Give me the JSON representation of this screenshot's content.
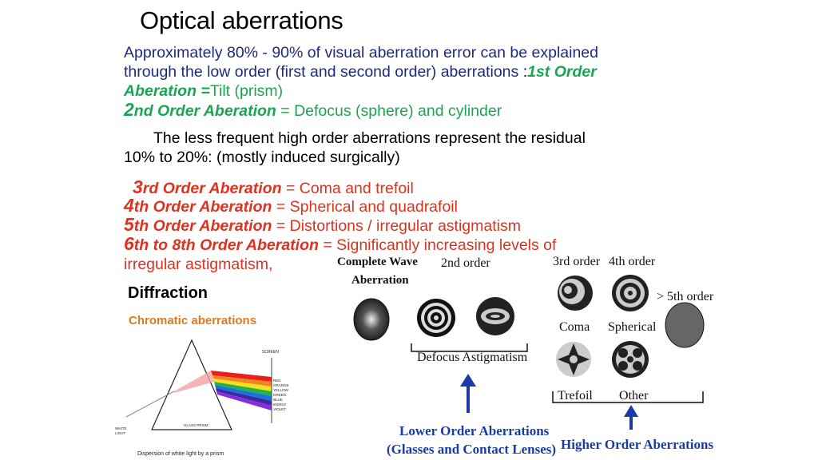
{
  "slide": {
    "title": "Optical aberrations",
    "intro_line1": "Approximately 80% - 90% of visual aberration error can be explained",
    "intro_line2": "through the low order (first and second order) aberrations ",
    "intro_colon": ":",
    "first_order_label": "1st Order",
    "first_order_label2": "Aberation =",
    "first_order_value": "Tilt (prism)",
    "second_order_num": "2",
    "second_order_label": "nd Order Aberation",
    "second_order_eq": " = ",
    "second_order_value": "Defocus (sphere) and cylinder",
    "high_line1": "The less frequent high order aberrations represent the residual",
    "high_line2": "10% to 20%: (mostly induced surgically)",
    "third_num": "3",
    "third_label": "rd Order Aberation",
    "third_value": " = Coma and trefoil",
    "fourth_num": "4",
    "fourth_label": "th Order Aberation",
    "fourth_value": " = Spherical and quadrafoil",
    "fifth_num": "5",
    "fifth_label": "th Order Aberation",
    "fifth_value": " = Distortions / irregular astigmatism",
    "sixth_num": "6",
    "sixth_label": "th to 8th Order Aberation",
    "sixth_value": " = Significantly increasing levels of",
    "sixth_value2": "irregular astigmatism,",
    "diffraction": "Diffraction",
    "chromatic": "Chromatic aberrations"
  },
  "prism_figure": {
    "screen": "SCREEN",
    "white_light_1": "WHITE",
    "white_light_2": "LIGHT",
    "glass_prism": "GLASS PRISM",
    "caption": "Dispersion of white light by a prism",
    "colors": [
      "RED",
      "ORANGE",
      "YELLOW",
      "GREEN",
      "BLUE",
      "INDIGO",
      "VIOLET"
    ]
  },
  "aberration_figure": {
    "complete_wave_1": "Complete Wave",
    "complete_wave_2": "Aberration",
    "second_order": "2nd order",
    "third_order": "3rd order",
    "fourth_order": "4th order",
    "fifth_order": "> 5th order",
    "coma": "Coma",
    "spherical": "Spherical",
    "trefoil": "Trefoil",
    "other": "Other",
    "defocus_astig": "Defocus Astigmatism",
    "lower_1": "Lower Order Aberrations",
    "lower_2": "(Glasses and Contact Lenses)",
    "higher": "Higher Order Aberrations"
  },
  "colors": {
    "navy": "#1f2a7a",
    "green": "#1aa550",
    "red": "#e0301e",
    "orange": "#e07820",
    "figure_blue": "#1a3aa8"
  }
}
